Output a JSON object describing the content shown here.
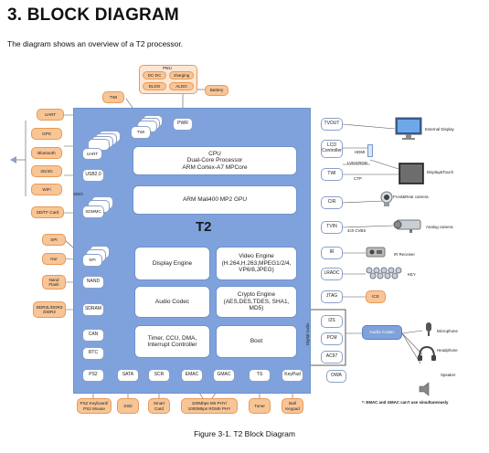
{
  "page": {
    "title": "3. BLOCK DIAGRAM",
    "description": "The diagram shows an overview of a T2 processor.",
    "caption": "Figure 3-1. T2 Block Diagram"
  },
  "pmu": {
    "title": "PMU",
    "dcdc": "DC-DC",
    "charging": "charging",
    "dldo": "DLDO",
    "aldo": "ALDO",
    "battery": "Battery"
  },
  "top": {
    "twi_ext": "TWI",
    "twi": "TWI",
    "pwr": "PWR"
  },
  "left_ext": {
    "uart": "UART",
    "gps": "GPS",
    "bluetooth": "Bluetooth",
    "g34": "3G/4G",
    "wifi": "WiFi",
    "sdtf": "SD/TF Card",
    "spi": "SPI",
    "nor": "Nor",
    "nand": "Nand\nFlash",
    "ddr": "DDR3L/DDR3\n/DDR2"
  },
  "left_int": {
    "uart": "UART",
    "usb": "USB2.0",
    "sdio": "SDIO",
    "sdmmc": "SDMMC",
    "spi": "SPI",
    "nand": "NAND",
    "sdram": "SDRAM",
    "can": "CAN",
    "rtc": "RTC"
  },
  "core": {
    "cpu": "CPU\nDual-Core Processor\nARM Cortex-A7 MPCore",
    "gpu": "ARM Mali400 MP2 GPU",
    "chip_name": "T2",
    "display_engine": "Display Engine",
    "video_engine": "Video Engine\n(H.264,H.263,MPEG1/2/4,\nVP6/8,JPEG)",
    "audio_codec": "Audio Codec",
    "crypto_engine": "Crypto Engine\n(AES,DES,TDES, SHA1,\nMD5)",
    "timer": "Timer, CCU, DMA,\nInterrupt Controller",
    "boot": "Boot"
  },
  "bottom_int": {
    "ps2": "PS2",
    "sata": "SATA",
    "scr": "SCR",
    "emac": "EMAC",
    "gmac": "GMAC",
    "ts": "TS",
    "keypad": "KeyPad",
    "owa": "OWA"
  },
  "bottom_ext": {
    "ps2": "PS2 Keyboard/\nPS2 Mouse",
    "ssd": "SSD",
    "smart_card": "Smart\nCard",
    "phy": "100Mbps MII PHY/\n1000Mbps RGMII PHY",
    "tuner": "Tuner",
    "ball_keypad": "Ball\nKeypad"
  },
  "right_int": {
    "tvout": "TVOUT",
    "lcd": "LCD\nController",
    "twi": "TWI",
    "cir": "CIR",
    "tvin": "TVIN",
    "ir": "IR",
    "lradc": "LRADC",
    "jtag": "JTAG",
    "i2s": "I2S",
    "pcm": "PCM",
    "ac97": "AC97"
  },
  "right_ext": {
    "external_display": "External Display",
    "hdmi": "HDMI",
    "lvds": "LVDS/RGB",
    "display_touch": "Display&Touch",
    "ctp": "CTP",
    "camera": "Front&Rear camera",
    "cvbs": "4ch CVBS",
    "analog_camera": "Analog camera",
    "ir_receiver": "IR Receiver",
    "key": "KEY",
    "ice": "ICE",
    "digital_audio": "Digital Audio",
    "audio_codec": "Audio Codec",
    "microphone": "Microphone",
    "headphone": "Headphone",
    "speaker": "Speaker"
  },
  "footnote": "*: EMAC and GMAC can’t use simultaneously",
  "colors": {
    "chip": "#7fa2dc",
    "external": "#f8c596",
    "external_border": "#e89a58",
    "internal": "#ffffff"
  }
}
